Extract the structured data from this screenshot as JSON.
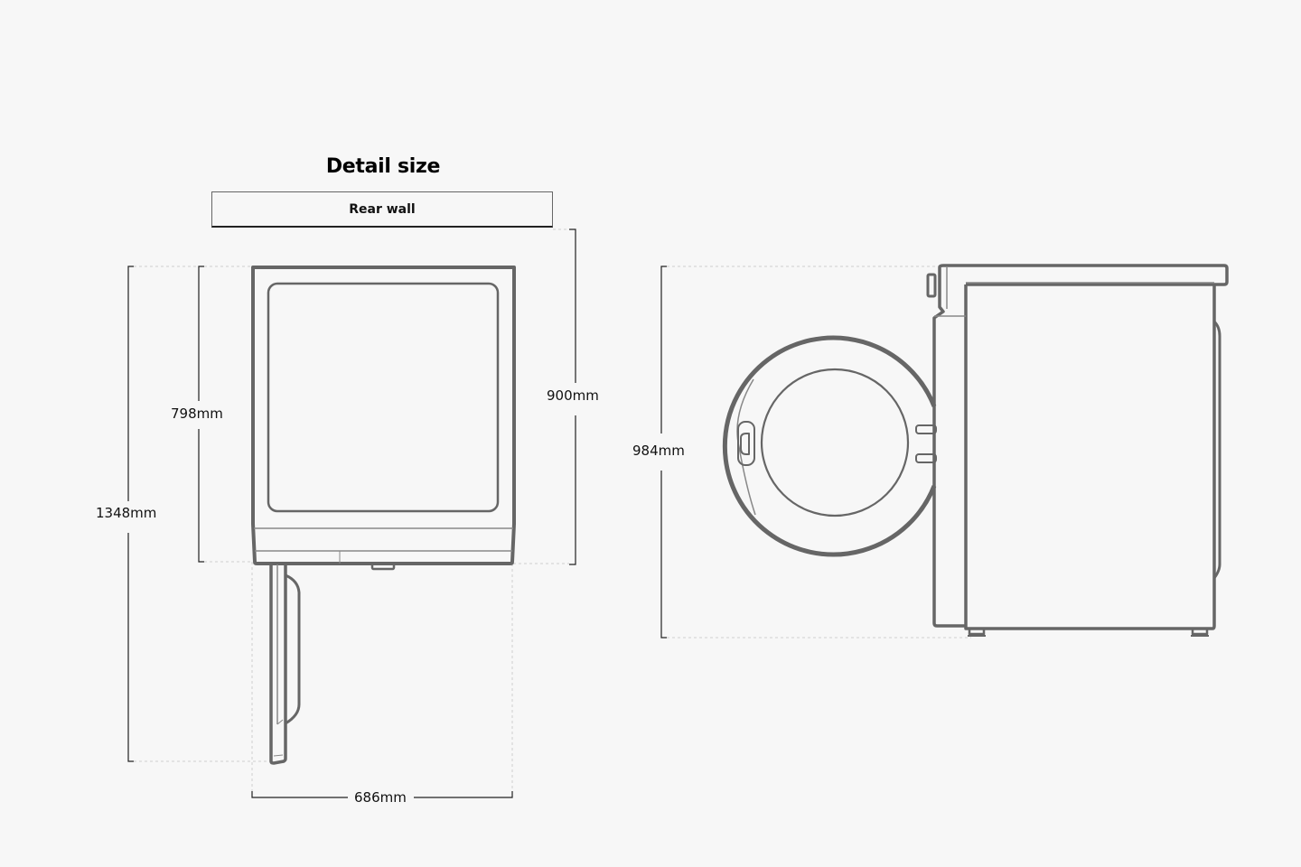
{
  "title": "Detail size",
  "top_view": {
    "rear_wall_label": "Rear wall",
    "dimensions": {
      "total_depth_door_open": "1348mm",
      "depth": "798mm",
      "depth_with_rear_clearance": "900mm",
      "width": "686mm"
    }
  },
  "side_view": {
    "dimensions": {
      "door_open_height": "984mm"
    }
  },
  "colors": {
    "background": "#f7f7f7",
    "outline": "#666666",
    "dimension_line": "#111111",
    "guide_dashed": "#cccccc"
  }
}
